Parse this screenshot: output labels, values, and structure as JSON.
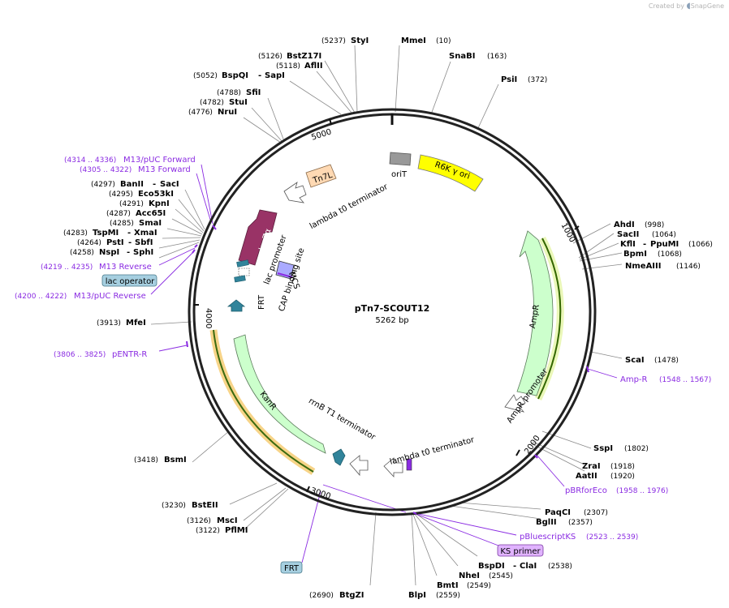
{
  "credit": {
    "prefix": "Created by",
    "brand": "SnapGene"
  },
  "plasmid": {
    "name": "pTn7-SCOUT12",
    "size_label": "5262 bp",
    "length": 5262
  },
  "ticks": [
    {
      "label": "1000"
    },
    {
      "label": "2000"
    },
    {
      "label": "3000"
    },
    {
      "label": "4000"
    },
    {
      "label": "5000"
    }
  ],
  "sites": [
    {
      "name": "StyI",
      "pos": "(5237)"
    },
    {
      "name": "MmeI",
      "pos": "(10)"
    },
    {
      "name": "SnaBI",
      "pos": "(163)"
    },
    {
      "name": "PsiI",
      "pos": "(372)"
    },
    {
      "name": "BstZ17I",
      "pos": "(5126)"
    },
    {
      "name": "AflII",
      "pos": "(5118)"
    },
    {
      "name": "BspQI",
      "name2": "SapI",
      "pos": "(5052)"
    },
    {
      "name": "SfiI",
      "pos": "(4788)"
    },
    {
      "name": "StuI",
      "pos": "(4782)"
    },
    {
      "name": "NruI",
      "pos": "(4776)"
    },
    {
      "name": "BanII",
      "name2": "SacI",
      "pos": "(4297)"
    },
    {
      "name": "Eco53kI",
      "pos": "(4295)"
    },
    {
      "name": "KpnI",
      "pos": "(4291)"
    },
    {
      "name": "Acc65I",
      "pos": "(4287)"
    },
    {
      "name": "SmaI",
      "pos": "(4285)"
    },
    {
      "name": "TspMI",
      "name2": "XmaI",
      "pos": "(4283)"
    },
    {
      "name": "PstI",
      "name2": "SbfI",
      "pos": "(4264)"
    },
    {
      "name": "NspI",
      "name2": "SphI",
      "pos": "(4258)"
    },
    {
      "name": "MfeI",
      "pos": "(3913)"
    },
    {
      "name": "BsmI",
      "pos": "(3418)"
    },
    {
      "name": "BstEII",
      "pos": "(3230)"
    },
    {
      "name": "MscI",
      "pos": "(3126)"
    },
    {
      "name": "PflMI",
      "pos": "(3122)"
    },
    {
      "name": "BtgZI",
      "pos": "(2690)"
    },
    {
      "name": "BlpI",
      "pos": "(2559)"
    },
    {
      "name": "BmtI",
      "pos": "(2549)"
    },
    {
      "name": "NheI",
      "pos": "(2545)"
    },
    {
      "name": "BspDI",
      "name2": "ClaI",
      "pos": "(2538)"
    },
    {
      "name": "BglII",
      "pos": "(2357)"
    },
    {
      "name": "PaqCI",
      "pos": "(2307)"
    },
    {
      "name": "AatII",
      "pos": "(1920)"
    },
    {
      "name": "ZraI",
      "pos": "(1918)"
    },
    {
      "name": "SspI",
      "pos": "(1802)"
    },
    {
      "name": "ScaI",
      "pos": "(1478)"
    },
    {
      "name": "NmeAIII",
      "pos": "(1146)"
    },
    {
      "name": "BpmI",
      "pos": "(1068)"
    },
    {
      "name": "KflI",
      "name2": "PpuMI",
      "pos": "(1066)"
    },
    {
      "name": "SacII",
      "pos": "(1064)"
    },
    {
      "name": "AhdI",
      "pos": "(998)"
    }
  ],
  "primers": [
    {
      "name": "M13/pUC Forward",
      "range": "(4314 .. 4336)"
    },
    {
      "name": "M13 Forward",
      "range": "(4305 .. 4322)"
    },
    {
      "name": "M13 Reverse",
      "range": "(4219 .. 4235)"
    },
    {
      "name": "M13/pUC Reverse",
      "range": "(4200 .. 4222)"
    },
    {
      "name": "pENTR-R",
      "range": "(3806 .. 3825)"
    },
    {
      "name": "Amp-R",
      "range": "(1548 .. 1567)"
    },
    {
      "name": "pBRforEco",
      "range": "(1958 .. 1976)"
    },
    {
      "name": "pBluescriptKS",
      "range": "(2523 .. 2539)"
    }
  ],
  "boxed_labels": [
    {
      "text": "lac operator"
    },
    {
      "text": "KS primer"
    },
    {
      "text": "FRT"
    }
  ],
  "features": [
    {
      "text": "Tn7L"
    },
    {
      "text": "oriT"
    },
    {
      "text": "R6K γ ori"
    },
    {
      "text": "lacZα"
    },
    {
      "text": "lambda t0 terminator"
    },
    {
      "text": "lac promoter"
    },
    {
      "text": "CAP binding site"
    },
    {
      "text": "MCS"
    },
    {
      "text": "FRT"
    },
    {
      "text": "AmpR"
    },
    {
      "text": "AmpR promoter"
    },
    {
      "text": "KanR"
    },
    {
      "text": "rrnB T1 terminator"
    },
    {
      "text": "lambda t0 terminator"
    }
  ],
  "colors": {
    "backbone": "#222222",
    "site_line": "#888888",
    "primer": "#8a2be2",
    "amp_fill": "#ccffcc",
    "lacz_fill": "#993366",
    "r6k_fill": "#ffff00",
    "orit_fill": "#999999",
    "tn7_fill": "#ffd9b3",
    "teal": "#31849b",
    "lacop_fill": "#a6cfe0",
    "ks_fill": "#e0b3ff",
    "frt_box": "#a6cfe0"
  }
}
